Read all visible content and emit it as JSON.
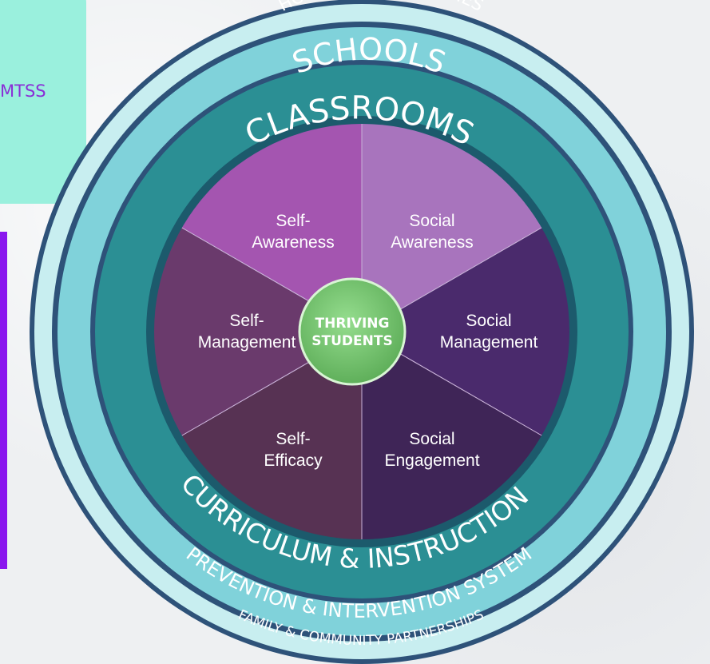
{
  "sidebar": {
    "label": "MTSS"
  },
  "rings": {
    "outer_top": "HOMES & COMMUNITIES",
    "outer_bottom": "FAMILY & COMMUNITY PARTNERSHIPS",
    "schools_top": "SCHOOLS",
    "schools_bottom": "PREVENTION & INTERVENTION SYSTEM",
    "classrooms_top": "CLASSROOMS",
    "classrooms_bottom": "CURRICULUM & INSTRUCTION"
  },
  "segments": [
    {
      "line1": "Self-",
      "line2": "Awareness",
      "color": "#a874bd"
    },
    {
      "line1": "Social",
      "line2": "Awareness",
      "color": "#4a2a6c"
    },
    {
      "line1": "Social",
      "line2": "Management",
      "color": "#3f2557"
    },
    {
      "line1": "Social",
      "line2": "Engagement",
      "color": "#573253"
    },
    {
      "line1": "Self-",
      "line2": "Efficacy",
      "color": "#6a3a6c"
    },
    {
      "line1": "Self-",
      "line2": "Management",
      "color": "#a455b0"
    }
  ],
  "center": {
    "line1": "THRIVING",
    "line2": "STUDENTS",
    "color": "#7dc878"
  },
  "colors": {
    "outer_ring": "#c8eef0",
    "schools_ring": "#80d2da",
    "classrooms_ring": "#2b8f94",
    "navy_border": "#2e5279",
    "accent_purple": "#8a16ee",
    "mtss_bg": "#9af0dd"
  }
}
